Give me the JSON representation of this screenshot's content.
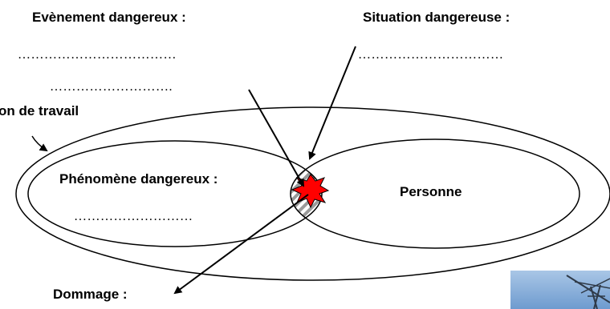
{
  "labels": {
    "evenement": "Evènement dangereux :",
    "situation": "Situation dangereuse :",
    "zone_travail": "on de travail",
    "phenomene": "Phénomène dangereux :",
    "personne": "Personne",
    "dommage": "Dommage :"
  },
  "blanks": {
    "evenement_1": "………………………………",
    "evenement_2": "……………………….",
    "situation_1": "……………………………",
    "phenomene_1": "………………………"
  },
  "colors": {
    "stroke": "#000000",
    "star_fill": "#ff0000",
    "hatch": "#9a9a9a",
    "photo_sky": "#7fa8d6"
  }
}
